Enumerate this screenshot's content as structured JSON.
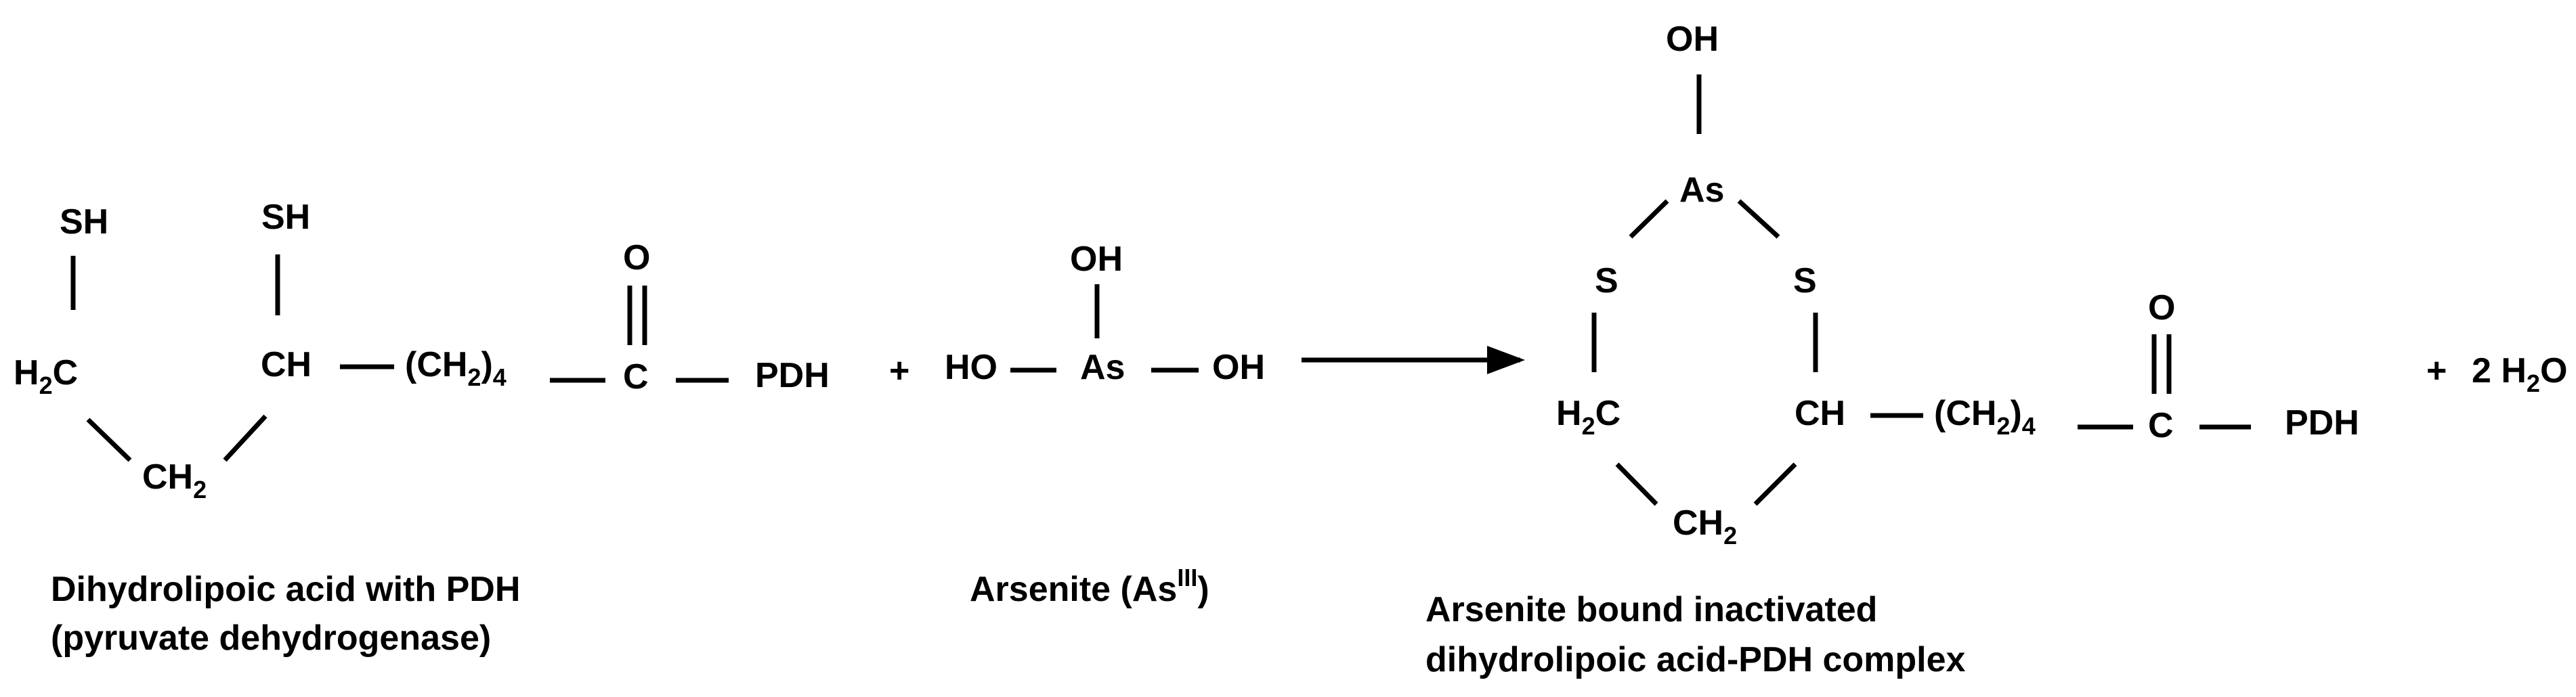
{
  "dihydrolipoic": {
    "sh_left": "SH",
    "sh_right": "SH",
    "h2c_h": "H",
    "h2c_2": "2",
    "h2c_c": "C",
    "ch": "CH",
    "ch2_main": "CH",
    "ch2_sub": "2",
    "chain_open": "(CH",
    "chain_sub": "2",
    "chain_close": ")",
    "chain_n": "4",
    "carbonyl_o": "O",
    "carbonyl_c": "C",
    "pdh": "PDH",
    "caption_line1": "Dihydrolipoic acid with PDH",
    "caption_line2": "(pyruvate dehydrogenase)"
  },
  "plus_1": "+",
  "arsenite": {
    "oh_top": "OH",
    "ho_left": "HO",
    "as": "As",
    "oh_right": "OH",
    "caption_text": "Arsenite (As",
    "caption_sup": "III",
    "caption_close": ")"
  },
  "complex": {
    "oh_top": "OH",
    "as": "As",
    "s_left": "S",
    "s_right": "S",
    "h2c_h": "H",
    "h2c_2": "2",
    "h2c_c": "C",
    "ch": "CH",
    "ch2_main": "CH",
    "ch2_sub": "2",
    "chain_open": "(CH",
    "chain_sub": "2",
    "chain_close": ")",
    "chain_n": "4",
    "carbonyl_o": "O",
    "carbonyl_c": "C",
    "pdh": "PDH",
    "caption_line1": "Arsenite bound inactivated",
    "caption_line2": "dihydrolipoic acid-PDH complex"
  },
  "plus_2": "+",
  "water": {
    "coef": "2 H",
    "sub": "2",
    "o": "O"
  }
}
